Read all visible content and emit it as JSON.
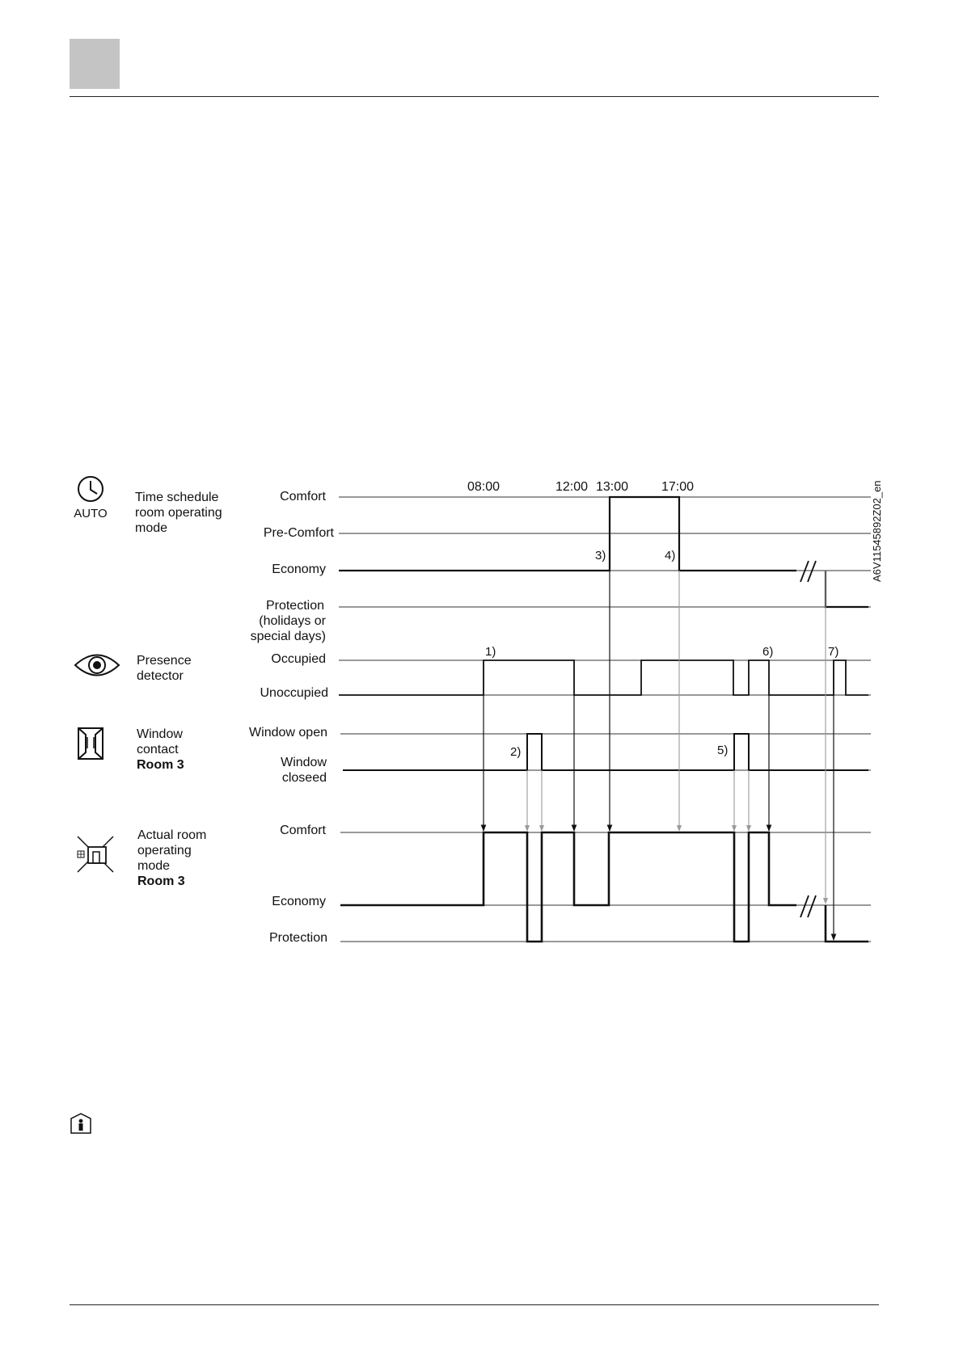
{
  "diagram": {
    "sections": {
      "time_schedule": [
        "Time schedule",
        "room operating",
        "mode"
      ],
      "auto_badge": "AUTO",
      "presence": [
        "Presence",
        "detector"
      ],
      "window": [
        "Window",
        "contact"
      ],
      "window_room": "Room 3",
      "actual": [
        "Actual room",
        "operating",
        "mode"
      ],
      "actual_room": "Room 3"
    },
    "levels": {
      "comfort": "Comfort",
      "pre_comfort": "Pre-Comfort",
      "economy": "Economy",
      "protection": [
        "Protection",
        "(holidays or",
        "special days)"
      ],
      "occupied": "Occupied",
      "unoccupied": "Unoccupied",
      "window_open": "Window open",
      "window_closed": [
        "Window",
        "closeed"
      ],
      "comfort_actual": "Comfort",
      "economy_actual": "Economy",
      "protection_actual": "Protection"
    },
    "times": [
      "08:00",
      "12:00",
      "13:00",
      "17:00"
    ],
    "notes": [
      "1)",
      "2)",
      "3)",
      "4)",
      "5)",
      "6)",
      "7)"
    ],
    "figure_id": "A6V11545892Z02_en"
  }
}
